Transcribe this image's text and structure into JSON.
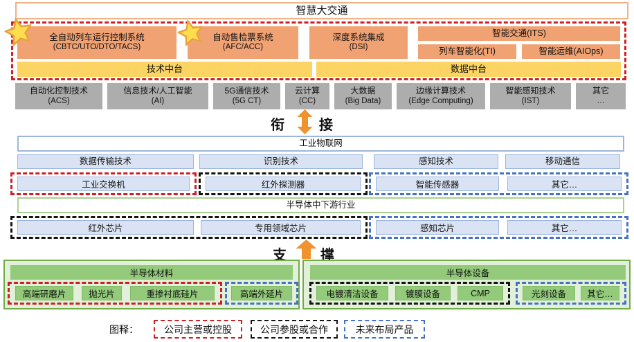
{
  "title": "智慧大交通",
  "colors": {
    "orange_fill": "#F1A273",
    "orange_border": "#F4B183",
    "yellow_fill": "#FBD463",
    "gray_fill": "#ADADAD",
    "blue_fill": "#DAE3F3",
    "blue_border": "#9DB6DE",
    "green_fill": "#93CB7B",
    "green_border": "#70AD47",
    "green_border_light": "#A9D18E",
    "panel_green": "#E2F0D9",
    "red_dash": "#CC2027",
    "black_dash": "#141414",
    "blue_dash": "#4472C4",
    "arrow_orange": "#F0922E",
    "star_fill": "#FFDE4D",
    "star_stroke": "#E8A33D"
  },
  "smart_transport": {
    "systems": [
      {
        "name": "全自动列车运行控制系统",
        "code": "(CBTC/UTO/DTO/TACS)",
        "starred": true
      },
      {
        "name": "自动售检票系统",
        "code": "(AFC/ACC)",
        "starred": true
      },
      {
        "name": "深度系统集成",
        "code": "(DSI)",
        "starred": false
      }
    ],
    "its": {
      "name": "智能交通(ITS)",
      "children": [
        "列车智能化(TI)",
        "智能运维(AIOps)"
      ]
    },
    "platforms": [
      "技术中台",
      "数据中台"
    ]
  },
  "technologies": [
    {
      "name": "自动化控制技术",
      "code": "(ACS)"
    },
    {
      "name": "信息技术/人工智能",
      "code": "(AI)"
    },
    {
      "name": "5G通信技术",
      "code": "(5G CT)"
    },
    {
      "name": "云计算",
      "code": "(CC)"
    },
    {
      "name": "大数据",
      "code": "(Big Data)"
    },
    {
      "name": "边缘计算技术",
      "code": "(Edge Computing)"
    },
    {
      "name": "智能感知技术",
      "code": "(IST)"
    },
    {
      "name": "其它",
      "code": "…"
    }
  ],
  "connectors": {
    "top_left": "衔",
    "top_right": "接",
    "bottom_left": "支",
    "bottom_right": "撑"
  },
  "iiot": {
    "title": "工业物联网",
    "categories": [
      "数据传输技术",
      "识别技术",
      "感知技术",
      "移动通信"
    ],
    "products": {
      "main": "工业交换机",
      "joint": "红外探测器",
      "future": [
        "智能传感器",
        "其它…"
      ]
    }
  },
  "downstream": {
    "title": "半导体中下游行业",
    "joint": [
      "红外芯片",
      "专用领域芯片"
    ],
    "future": [
      "感知芯片",
      "其它…"
    ]
  },
  "materials": {
    "title": "半导体材料",
    "main": [
      "高端研磨片",
      "抛光片",
      "重掺衬底硅片"
    ],
    "future": [
      "高端外延片"
    ]
  },
  "equipment": {
    "title": "半导体设备",
    "joint": [
      "电镀清洁设备",
      "镀膜设备",
      "CMP"
    ],
    "future": [
      "光刻设备",
      "其它…"
    ]
  },
  "legend": {
    "label": "图释：",
    "items": [
      {
        "text": "公司主营或控股",
        "style": "red-dash"
      },
      {
        "text": "公司参股或合作",
        "style": "black-dash"
      },
      {
        "text": "未来布局产品",
        "style": "blue-dash"
      }
    ]
  }
}
